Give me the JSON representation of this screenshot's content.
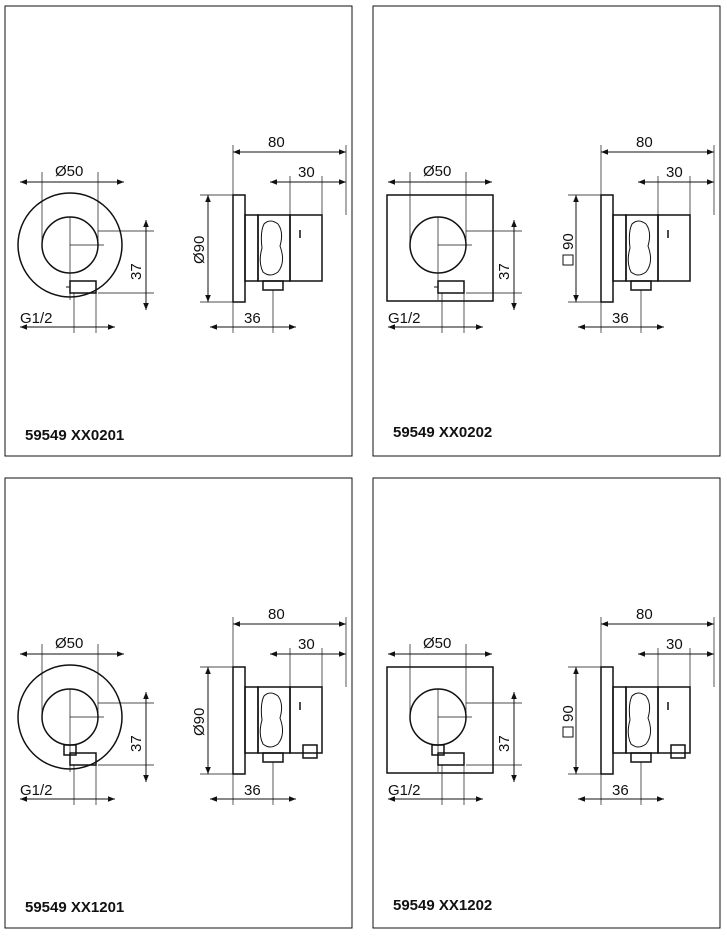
{
  "panels": [
    {
      "code": "59549 XX0201",
      "front_dia": "Ø50",
      "thread": "G1/2",
      "height": "37",
      "depth_total": "80",
      "depth_part": "30",
      "rose_size": "Ø90",
      "offset": "36",
      "rose_shape": "round"
    },
    {
      "code": "59549 XX0202",
      "front_dia": "Ø50",
      "thread": "G1/2",
      "height": "37",
      "depth_total": "80",
      "depth_part": "30",
      "rose_size": "90",
      "offset": "36",
      "rose_shape": "square"
    },
    {
      "code": "59549 XX1201",
      "front_dia": "Ø50",
      "thread": "G1/2",
      "height": "37",
      "depth_total": "80",
      "depth_part": "30",
      "rose_size": "Ø90",
      "offset": "36",
      "rose_shape": "round"
    },
    {
      "code": "59549 XX1202",
      "front_dia": "Ø50",
      "thread": "G1/2",
      "height": "37",
      "depth_total": "80",
      "depth_part": "30",
      "rose_size": "90",
      "offset": "36",
      "rose_shape": "square"
    }
  ],
  "icons": {
    "square_symbol": "square-outline-icon"
  }
}
